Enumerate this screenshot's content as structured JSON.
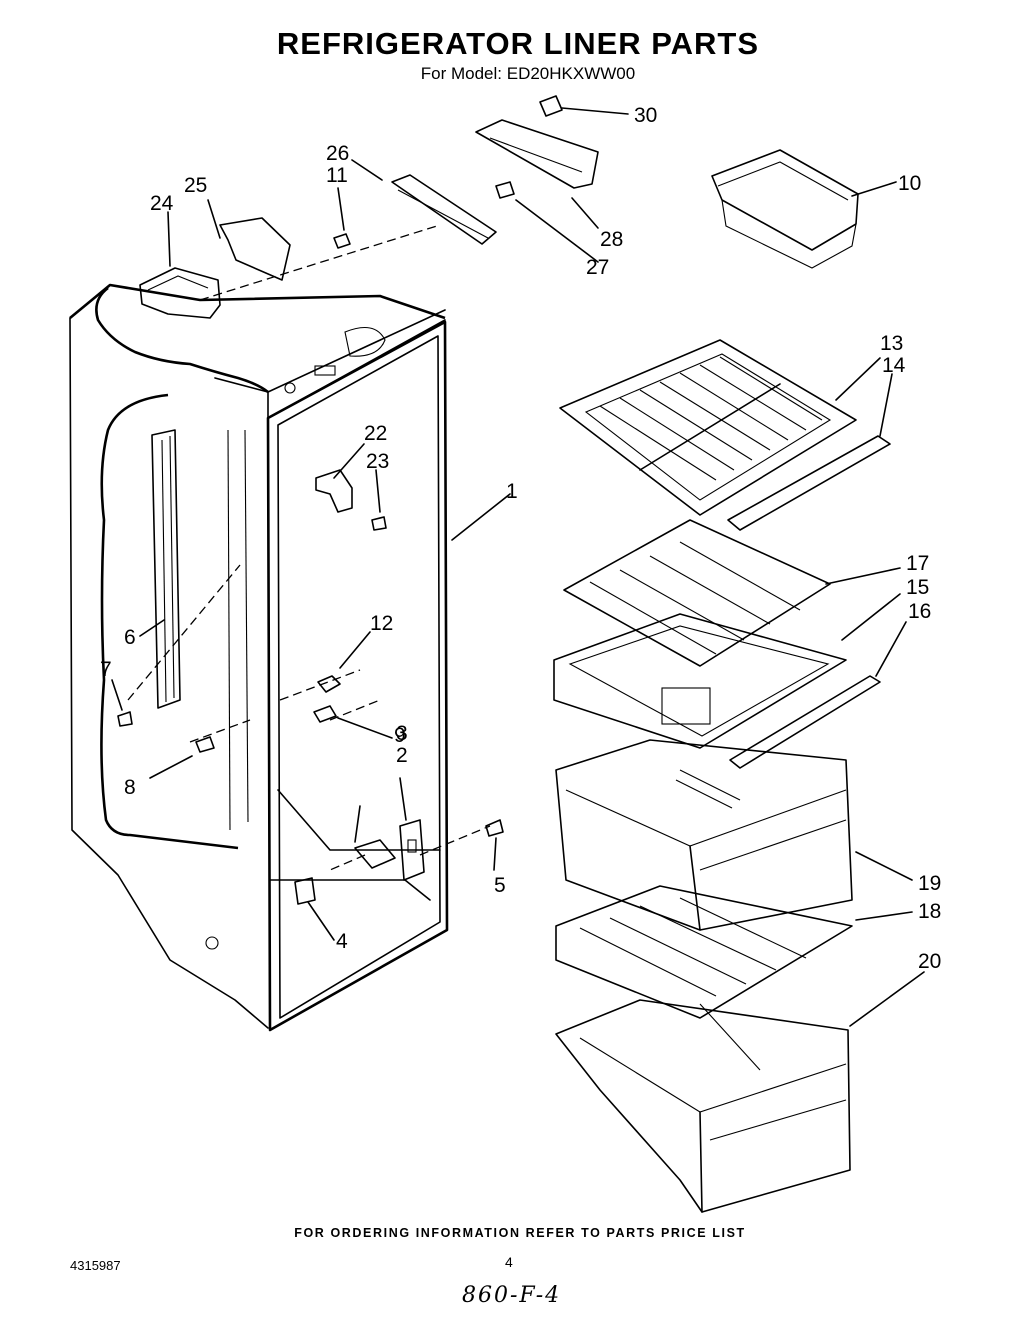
{
  "header": {
    "title": "REFRIGERATOR LINER PARTS",
    "model": "For Model: ED20HKXWW00"
  },
  "footer": {
    "ordering_note": "FOR ORDERING INFORMATION REFER TO PARTS PRICE LIST",
    "document_number": "4315987",
    "page_number": "4",
    "handwritten_note": "860-F-4"
  },
  "callouts": [
    "1",
    "2",
    "3",
    "4",
    "5",
    "6",
    "7",
    "8",
    "9",
    "10",
    "11",
    "12",
    "13",
    "14",
    "15",
    "16",
    "17",
    "18",
    "19",
    "20",
    "22",
    "23",
    "24",
    "25",
    "26",
    "27",
    "28",
    "30"
  ]
}
